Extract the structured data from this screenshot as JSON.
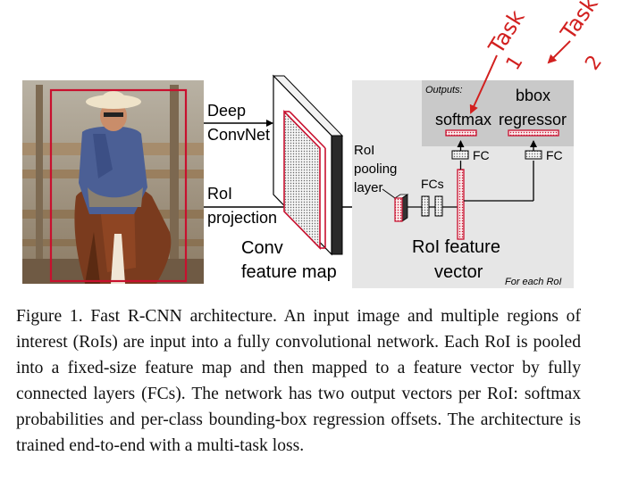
{
  "labels": {
    "deep_convnet": [
      "Deep",
      "ConvNet"
    ],
    "roi_projection": [
      "RoI",
      "projection"
    ],
    "conv_feature_map": [
      "Conv",
      "feature map"
    ],
    "roi_pooling_layer": [
      "RoI",
      "pooling",
      "layer"
    ],
    "fcs": "FCs",
    "fc_left": "FC",
    "fc_right": "FC",
    "outputs": "Outputs:",
    "softmax": "softmax",
    "bbox_regressor": [
      "bbox",
      "regressor"
    ],
    "roi_feature_vector": [
      "RoI feature",
      "vector"
    ],
    "for_each_roi": "For each RoI"
  },
  "annotations": {
    "task1": [
      "Task",
      "1"
    ],
    "task2": [
      "Task",
      "2"
    ]
  },
  "caption": "Figure 1. Fast R-CNN architecture. An input image and multiple regions of interest (RoIs) are input into a fully convolutional network. Each RoI is pooled into a fixed-size feature map and then mapped to a feature vector by fully connected layers (FCs). The network has two output vectors per RoI: softmax probabilities and per-class bounding-box regression offsets. The architecture is trained end-to-end with a multi-task loss.",
  "colors": {
    "roi_red": "#c8102e",
    "panel_gray": "#e6e6e6",
    "outputs_gray": "#c9c9c9",
    "annotation": "#d2201f"
  }
}
